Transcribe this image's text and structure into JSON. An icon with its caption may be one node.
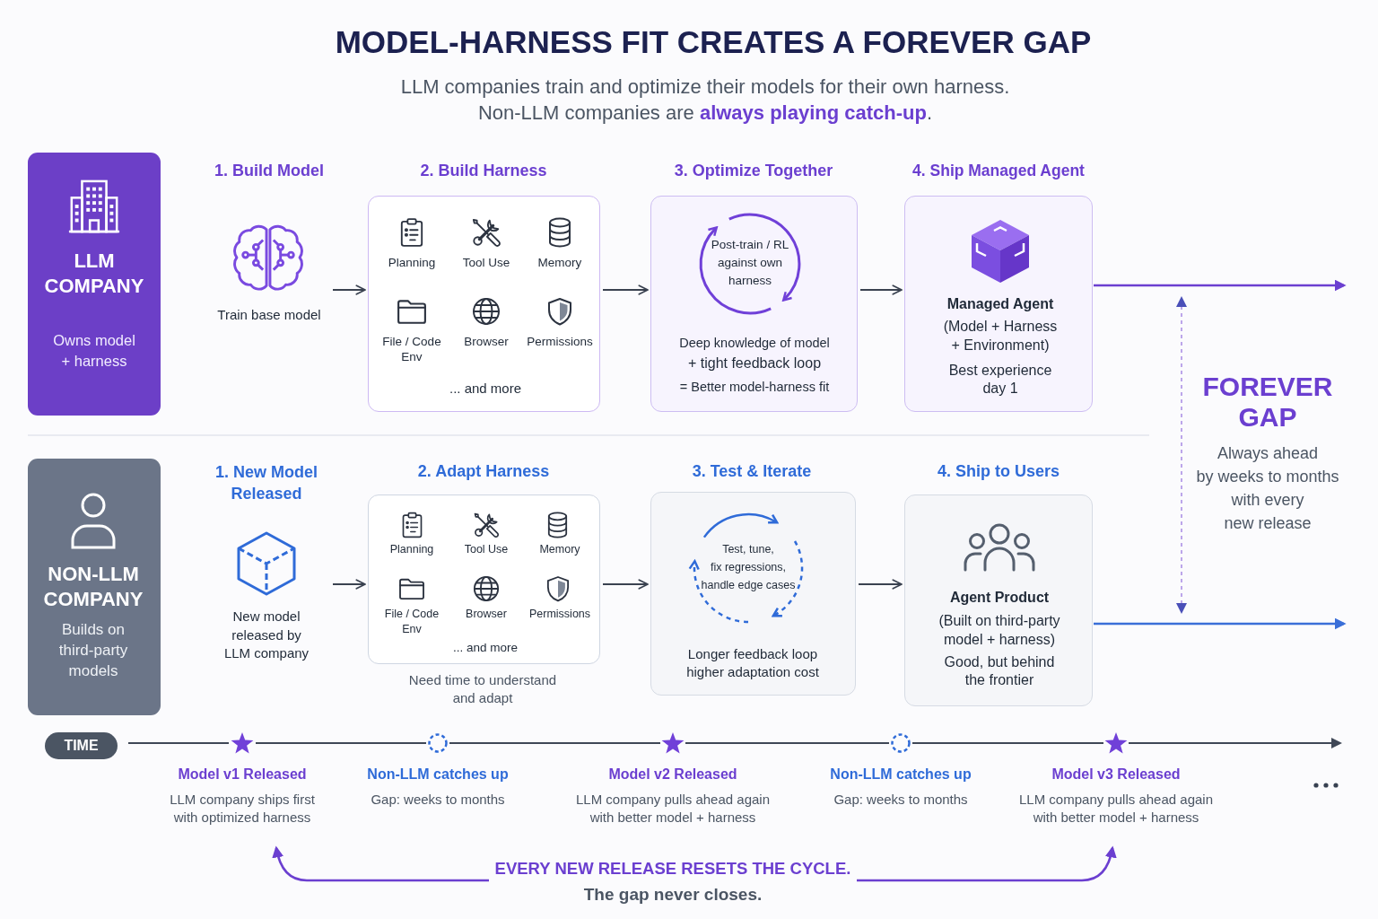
{
  "diagram": {
    "title": "MODEL-HARNESS FIT CREATES A FOREVER GAP",
    "nodes": [
      {
        "text": [
          "LLM COMPANY",
          "Owns model + harness"
        ]
      },
      {
        "text": [
          "1. Build Model",
          "Train base model"
        ]
      },
      {
        "text": [
          "2. Build Harness",
          "Planning",
          "Tool Use",
          "Memory",
          "File / Code Env",
          "Browser",
          "Permissions",
          "... and more"
        ]
      },
      {
        "text": [
          "3. Optimize Together",
          "Post-train / RL against own harness",
          "Deep knowledge of model",
          "+ tight feedback loop",
          "= Better model-harness fit"
        ]
      },
      {
        "text": [
          "4. Ship Managed Agent",
          "Managed Agent",
          "(Model + Harness + Environment)",
          "Best experience day 1"
        ]
      },
      {
        "text": [
          "NON-LLM COMPANY",
          "Builds on third-party models"
        ]
      },
      {
        "text": [
          "1. New Model Released",
          "New model released by LLM company"
        ]
      },
      {
        "text": [
          "2. Adapt Harness",
          "Planning",
          "Tool Use",
          "Memory",
          "File / Code Env",
          "Browser",
          "Permissions",
          "... and more"
        ],
        "beside": [
          "Need time to understand and adapt"
        ]
      },
      {
        "text": [
          "3. Test & Iterate",
          "Test, tune, fix regressions, handle edge cases",
          "Longer feedback loop higher adaptation cost"
        ]
      },
      {
        "text": [
          "4. Ship to Users",
          "Agent Product",
          "(Built on third-party model + harness)",
          "Good, but behind the frontier"
        ]
      },
      {
        "text": [
          "Model v1 Released",
          "LLM company ships first with optimized harness"
        ]
      },
      {
        "text": [
          "Non-LLM catches up",
          "Gap: weeks to months"
        ]
      },
      {
        "text": [
          "Model v2 Released",
          "LLM company pulls ahead again with better model + harness"
        ]
      },
      {
        "text": [
          "Non-LLM catches up",
          "Gap: weeks to months"
        ]
      },
      {
        "text": [
          "Model v3 Released",
          "LLM company pulls ahead again with better model + harness"
        ]
      },
      {
        "text": [
          "EVERY NEW RELEASE RESETS THE CYCLE.",
          "The gap never closes."
        ]
      }
    ],
    "edges": [
      {
        "from": 1,
        "to": 2,
        "arrow": "to"
      },
      {
        "from": 2,
        "to": 3,
        "arrow": "to"
      },
      {
        "from": 3,
        "to": 4,
        "arrow": "to"
      },
      {
        "from": 4,
        "to": null,
        "arrow": "to",
        "color": "#6b3fd0"
      },
      {
        "from": 6,
        "to": 7,
        "arrow": "to"
      },
      {
        "from": 7,
        "to": 8,
        "arrow": "to"
      },
      {
        "from": 8,
        "to": 9,
        "arrow": "to"
      },
      {
        "from": 9,
        "to": null,
        "arrow": "to",
        "color": "#3a6fd8"
      },
      {
        "from": 15,
        "to": 10,
        "arrow": "to",
        "color": "#6b3fd0"
      },
      {
        "from": 15,
        "to": 14,
        "arrow": "to",
        "color": "#6b3fd0"
      }
    ],
    "labels": [
      "LLM companies train and optimize their models for their own harness. Non-LLM companies are **always playing catch-up**.",
      "FOREVER GAP",
      "Always ahead by weeks to months with every new release",
      "TIME"
    ]
  }
}
